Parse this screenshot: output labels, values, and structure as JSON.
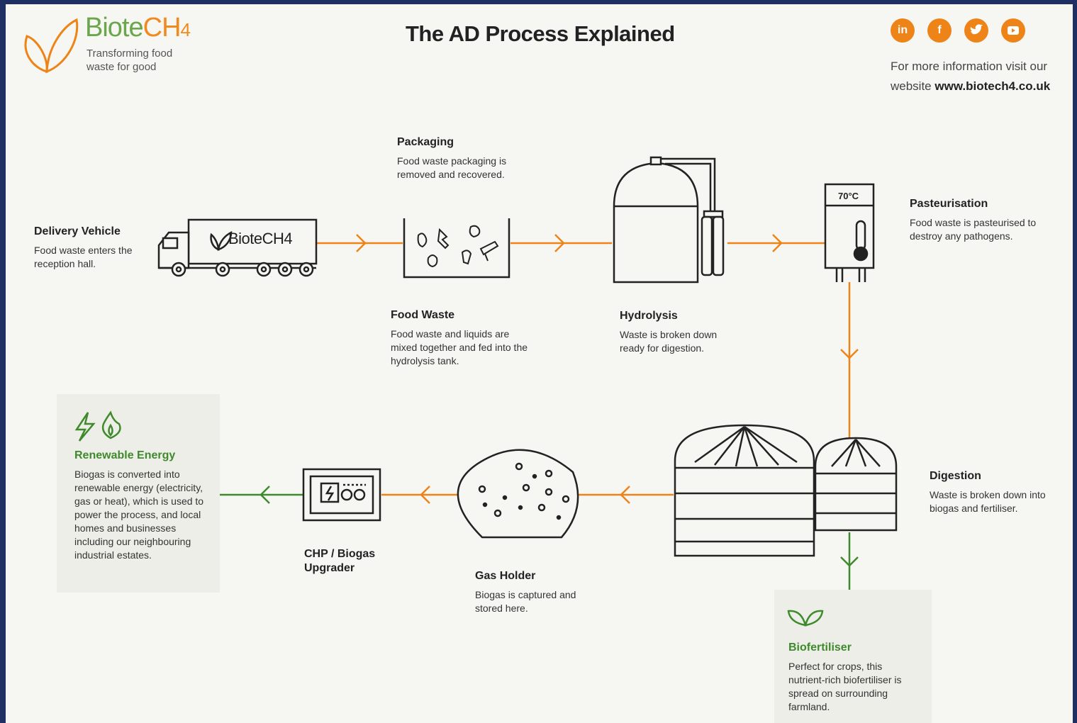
{
  "brand": {
    "name_a": "Biote",
    "name_b": "CH",
    "name_sub": "4",
    "tagline": "Transforming food waste for good"
  },
  "title": "The AD Process Explained",
  "social": [
    "in",
    "f",
    "t",
    "yt"
  ],
  "info": {
    "text": "For more information visit our website",
    "website": "www.biotech4.co.uk"
  },
  "truck_label": "BioteCH4",
  "thermometer_label": "70°C",
  "steps": {
    "delivery": {
      "title": "Delivery Vehicle",
      "text": "Food waste enters the reception hall."
    },
    "packaging": {
      "title": "Packaging",
      "text": "Food waste packaging is removed and recovered."
    },
    "food_waste": {
      "title": "Food Waste",
      "text": "Food waste and liquids are mixed together and fed into the hydrolysis tank."
    },
    "hydrolysis": {
      "title": "Hydrolysis",
      "text": "Waste is broken down ready for digestion."
    },
    "pasteurisation": {
      "title": "Pasteurisation",
      "text": "Food waste is pasteurised to destroy any pathogens."
    },
    "digestion": {
      "title": "Digestion",
      "text": "Waste is broken down into biogas and fertiliser."
    },
    "gas_holder": {
      "title": "Gas Holder",
      "text": "Biogas is captured and stored here."
    },
    "chp": {
      "title": "CHP / Biogas Upgrader"
    },
    "renewable": {
      "title": "Renewable Energy",
      "text": "Biogas is converted into renewable energy (electricity, gas or heat), which is used to power the process, and local homes and businesses including our neighbouring industrial estates."
    },
    "biofertiliser": {
      "title": "Biofertiliser",
      "text": "Perfect for crops, this nutrient-rich biofertiliser is spread on surrounding farmland."
    }
  },
  "colors": {
    "orange": "#ee8418",
    "green": "#3f8a2c",
    "ink": "#222222",
    "background": "#f6f6f3",
    "frame": "#1f2f63"
  }
}
